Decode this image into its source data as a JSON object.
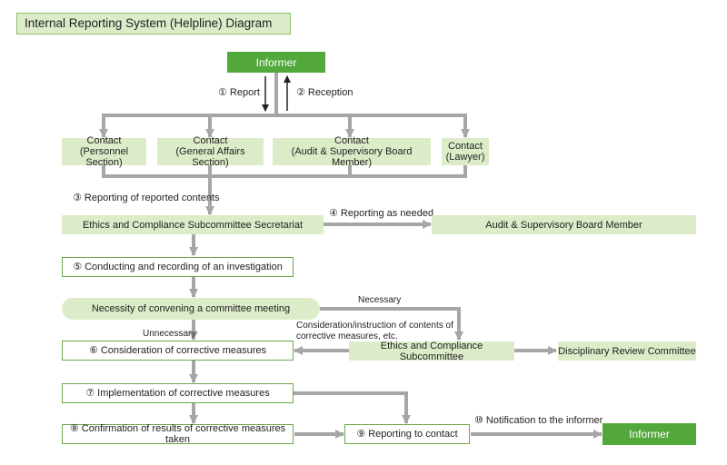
{
  "title": "Internal Reporting System (Helpline) Diagram",
  "informer_top": "Informer",
  "report_label": "① Report",
  "reception_label": "② Reception",
  "contacts": [
    {
      "line1": "Contact",
      "line2": "(Personnel Section)"
    },
    {
      "line1": "Contact",
      "line2": "(General Affairs Section)"
    },
    {
      "line1": "Contact",
      "line2": "(Audit & Supervisory Board Member)"
    },
    {
      "line1": "Contact",
      "line2": "(Lawyer)"
    }
  ],
  "step3_label": "③ Reporting of reported contents",
  "secretariat": "Ethics and Compliance Subcommittee Secretariat",
  "step4_label": "④ Reporting as needed",
  "audit_member": "Audit & Supervisory Board Member",
  "step5": "⑤ Conducting and recording of an investigation",
  "necessity": "Necessity of convening a committee meeting",
  "necessary_label": "Necessary",
  "unnecessary_label": "Unnecessary",
  "consideration_note_line1": "Consideration/instruction of contents of",
  "consideration_note_line2": "corrective measures, etc.",
  "step6": "⑥ Consideration of corrective measures",
  "subcommittee": "Ethics and Compliance Subcommittee",
  "disciplinary": "Disciplinary Review Committee",
  "step7": "⑦ Implementation of corrective measures",
  "step8": "⑧ Confirmation of results of corrective measures taken",
  "step9": "⑨ Reporting to contact",
  "step10_label": "⑩ Notification to the informer",
  "informer_bottom": "Informer",
  "colors": {
    "light_green": "#dcecc8",
    "dark_green": "#52a83b",
    "border_green": "#6aa84f",
    "arrow_gray": "#a6a6a6"
  }
}
